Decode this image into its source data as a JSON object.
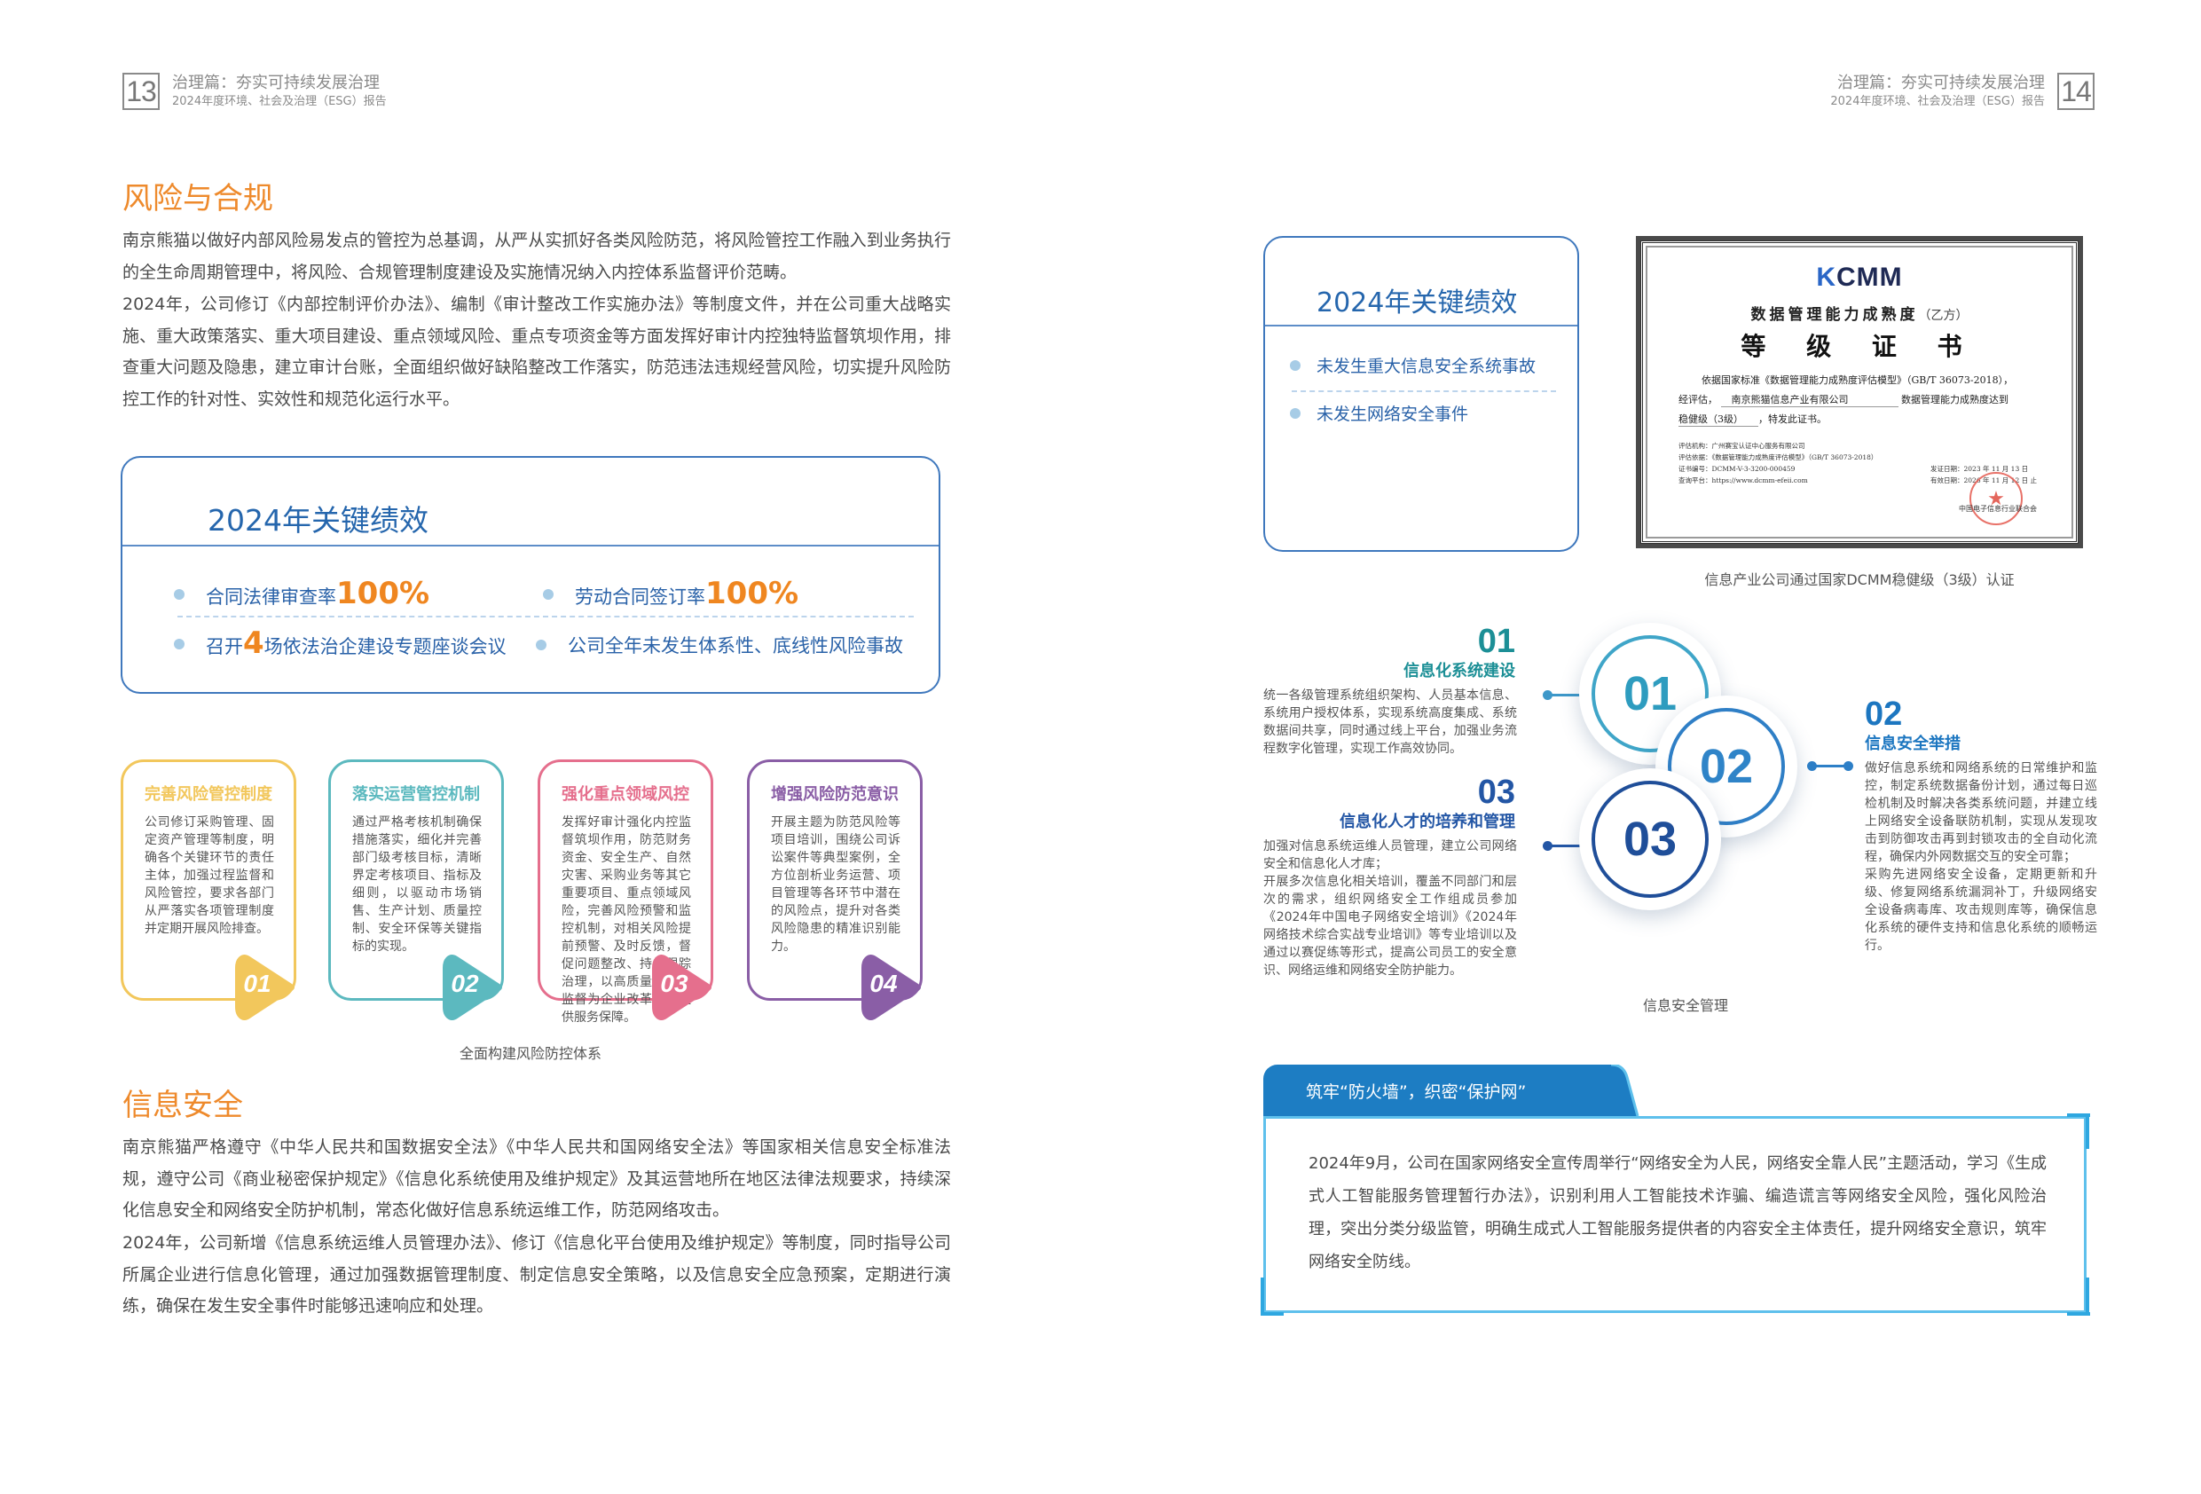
{
  "header_left": {
    "page_number": "13",
    "chapter": "治理篇：夯实可持续发展治理",
    "report": "2024年度环境、社会及治理（ESG）报告"
  },
  "header_right": {
    "page_number": "14",
    "chapter": "治理篇：夯实可持续发展治理",
    "report": "2024年度环境、社会及治理（ESG）报告"
  },
  "risk": {
    "title": "风险与合规",
    "paragraph1": "南京熊猫以做好内部风险易发点的管控为总基调，从严从实抓好各类风险防范，将风险管控工作融入到业务执行的全生命周期管理中，将风险、合规管理制度建设及实施情况纳入内控体系监督评价范畴。",
    "paragraph2": "2024年，公司修订《内部控制评价办法》、编制《审计整改工作实施办法》等制度文件，并在公司重大战略实施、重大政策落实、重大项目建设、重点领域风险、重点专项资金等方面发挥好审计内控独特监督筑坝作用，排查重大问题及隐患，建立审计台账，全面组织做好缺陷整改工作落实，防范违法违规经营风险，切实提升风险防控工作的针对性、实效性和规范化运行水平。",
    "kpi": {
      "title": "2024年关键绩效",
      "items": [
        {
          "prefix": "合同法律审查率",
          "highlight": "100%",
          "suffix": ""
        },
        {
          "prefix": "劳动合同签订率",
          "highlight": "100%",
          "suffix": ""
        },
        {
          "prefix": "召开",
          "highlight": "4",
          "suffix": "场依法治企建设专题座谈会议"
        },
        {
          "prefix": "公司全年未发生体系性、底线性风险事故",
          "highlight": "",
          "suffix": ""
        }
      ]
    },
    "cards": [
      {
        "number": "01",
        "title": "完善风险管控制度",
        "color": "#f2c75c",
        "text": "公司修订采购管理、固定资产管理等制度，明确各个关键环节的责任主体，加强过程监督和风险管控，要求各部门从严落实各项管理制度并定期开展风险排查。"
      },
      {
        "number": "02",
        "title": "落实运营管控机制",
        "color": "#5cb9bf",
        "text": "通过严格考核机制确保措施落实，细化并完善部门级考核目标，清晰界定考核项目、指标及细则，以驱动市场销售、生产计划、质量控制、安全环保等关键指标的实现。"
      },
      {
        "number": "03",
        "title": "强化重点领域风控",
        "color": "#e56f8d",
        "text": "发挥好审计强化内控监督筑坝作用，防范财务资金、安全生产、自然灾害、采购业务等其它重要项目、重点领域风险，完善风险预警和监控机制，对相关风险提前预警、及时反馈，督促问题整改、持续跟踪治理，以高质量的审计监督为企业改革发展提供服务保障。"
      },
      {
        "number": "04",
        "title": "增强风险防范意识",
        "color": "#8a5ea6",
        "text": "开展主题为防范风险等项目培训，围绕公司诉讼案件等典型案例，全方位剖析业务运营、项目管理等各环节中潜在的风险点，提升对各类风险隐患的精准识别能力。"
      }
    ],
    "cards_caption": "全面构建风险防控体系"
  },
  "infosec": {
    "title": "信息安全",
    "paragraph1": "南京熊猫严格遵守《中华人民共和国数据安全法》《中华人民共和国网络安全法》等国家相关信息安全标准法规，遵守公司《商业秘密保护规定》《信息化系统使用及维护规定》及其运营地所在地区法律法规要求，持续深化信息安全和网络安全防护机制，常态化做好信息系统运维工作，防范网络攻击。",
    "paragraph2": "2024年，公司新增《信息系统运维人员管理办法》、修订《信息化平台使用及维护规定》等制度，同时指导公司所属企业进行信息化管理，通过加强数据管理制度、制定信息安全策略，以及信息安全应急预案，定期进行演练，确保在发生安全事件时能够迅速响应和处理。",
    "kpi": {
      "title": "2024年关键绩效",
      "items": [
        "未发生重大信息安全系统事故",
        "未发生网络安全事件"
      ]
    },
    "certificate": {
      "logo": "CMM",
      "logo_prefix": "K",
      "line1": "数据管理能力成熟度",
      "line1_suffix": "（乙方）",
      "line2": "等 级 证 书",
      "body1": "依据国家标准《数据管理能力成熟度评估模型》（GB/T 36073-2018），",
      "body2_label": "经评估，",
      "company": "南京熊猫信息产业有限公司",
      "body2_suffix": "数据管理能力成熟度达到",
      "level": "稳健级（3级）",
      "body3_suffix": "，特发此证书。",
      "org_label": "评估机构：广州赛宝认证中心服务有限公司",
      "basis_label": "评估依据：《数据管理能力成熟度评估模型》（GB/T 36073-2018）",
      "cert_no": "证书编号：DCMM-V-3-3200-000459",
      "platform": "查询平台：https://www.dcmm-efeii.com",
      "issue_date": "发证日期：2023 年 11 月 13 日",
      "valid_date": "有效日期：2026 年 11 月 12 日 止",
      "issuer": "中国电子信息行业联合会"
    },
    "certificate_caption": "信息产业公司通过国家DCMM稳健级（3级）认证",
    "measures": [
      {
        "number": "01",
        "title": "信息化系统建设",
        "color": "#1c8f96",
        "text": "统一各级管理系统组织架构、人员基本信息、系统用户授权体系，实现系统高度集成、系统数据间共享，同时通过线上平台，加强业务流程数字化管理，实现工作高效协同。"
      },
      {
        "number": "02",
        "title": "信息安全举措",
        "color": "#1c76c0",
        "text": "做好信息系统和网络系统的日常维护和监控，制定系统数据备份计划，通过每日巡检机制及时解决各类系统问题，并建立线上网络安全设备联防机制，实现从发现攻击到防御攻击再到封锁攻击的全自动化流程，确保内外网数据交互的安全可靠；\n采购先进网络安全设备，定期更新和升级、修复网络系统漏洞补丁，升级网络安全设备病毒库、攻击规则库等，确保信息化系统的硬件支持和信息化系统的顺畅运行。"
      },
      {
        "number": "03",
        "title": "信息化人才的培养和管理",
        "color": "#2356a5",
        "text": "加强对信息系统运维人员管理，建立公司网络安全和信息化人才库；\n开展多次信息化相关培训，覆盖不同部门和层次的需求，组织网络安全工作组成员参加《2024年中国电子网络安全培训》《2024年网络技术综合实战专业培训》等专业培训以及通过以赛促练等形式，提高公司员工的安全意识、网络运维和网络安全防护能力。"
      }
    ],
    "measures_caption": "信息安全管理",
    "firewall": {
      "title": "筑牢“防火墙”，织密“保护网”",
      "text": "2024年9月，公司在国家网络安全宣传周举行“网络安全为人民，网络安全靠人民”主题活动，学习《生成式人工智能服务管理暂行办法》，识别利用人工智能技术诈骗、编造谎言等网络安全风险，强化风险治理，突出分类分级监管，明确生成式人工智能服务提供者的内容安全主体责任，提升网络安全意识，筑牢网络安全防线。"
    }
  }
}
